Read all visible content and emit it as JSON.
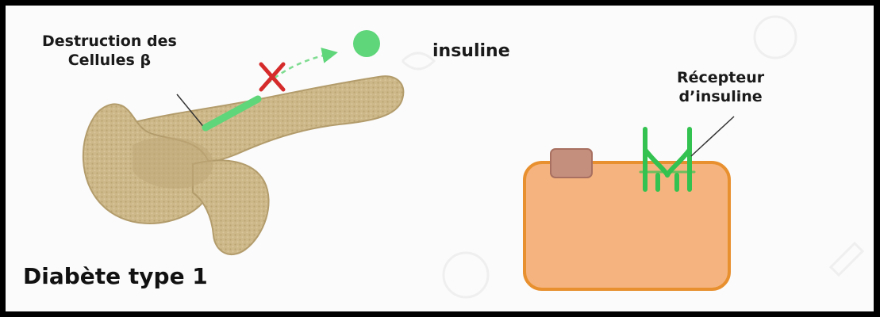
{
  "labels": {
    "destruction_line1": "Destruction des",
    "destruction_line2": "Cellules β",
    "insulin": "insuline",
    "receptor_line1": "Récepteur",
    "receptor_line2": "d’insuline",
    "title": "Diabète type 1"
  },
  "colors": {
    "pancreas": "#cdb88a",
    "insulin": "#5fd67a",
    "cell_fill": "#f5b47f",
    "cell_border": "#e8902f",
    "receptor": "#33c24f",
    "glucose_square": "#c58f7e",
    "cross": "#d62b2b"
  }
}
